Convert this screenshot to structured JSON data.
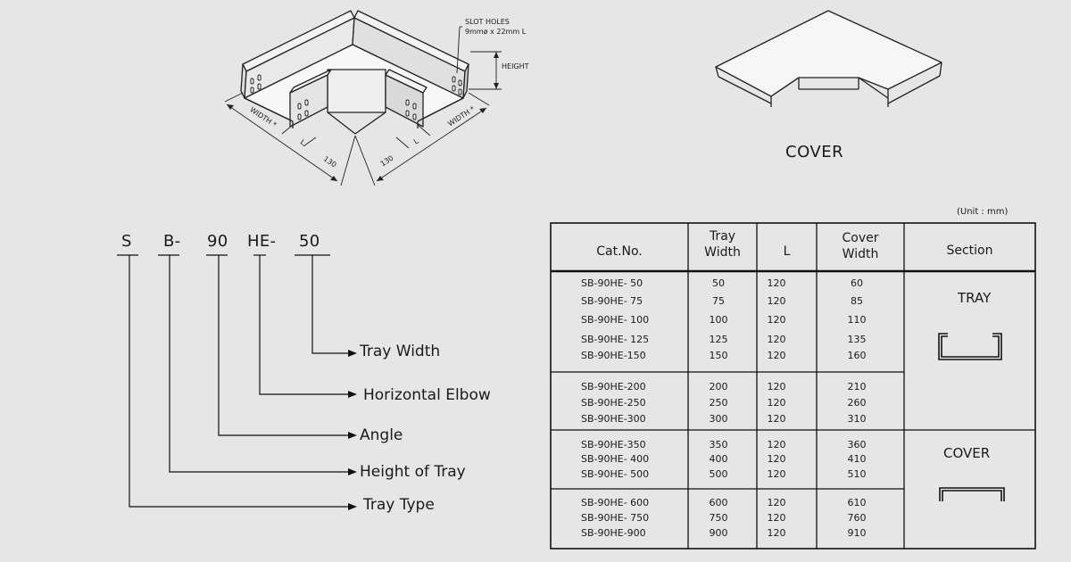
{
  "drawing": {
    "slot_holes": "SLOT HOLES",
    "slot_dims": "9mmø x 22mm L",
    "height": "HEIGHT",
    "width_left": "WIDTH *",
    "width_right": "WIDTH *",
    "l_left": "L",
    "l_right": "L",
    "dim_left": "130",
    "dim_right": "130"
  },
  "cover": {
    "label": "COVER"
  },
  "code": {
    "segments": [
      "S",
      "B-",
      "90",
      "HE-",
      "50"
    ],
    "descriptions": [
      "Tray Width",
      "Horizontal Elbow",
      "Angle",
      "Height of Tray",
      "Tray Type"
    ]
  },
  "table": {
    "unit": "(Unit : mm)",
    "headers": {
      "cat": "Cat.No.",
      "tray_width": [
        "Tray",
        "Width"
      ],
      "l": "L",
      "cover_width": [
        "Cover",
        "Width"
      ],
      "section": "Section"
    },
    "groups": [
      {
        "rows": [
          {
            "cat": "SB-90HE- 50",
            "tw": "50",
            "l": "120",
            "cw": "60"
          },
          {
            "cat": "SB-90HE- 75",
            "tw": "75",
            "l": "120",
            "cw": "85"
          },
          {
            "cat": "SB-90HE- 100",
            "tw": "100",
            "l": "120",
            "cw": "110"
          },
          {
            "cat": "SB-90HE- 125",
            "tw": "125",
            "l": "120",
            "cw": "135"
          },
          {
            "cat": "SB-90HE-150",
            "tw": "150",
            "l": "120",
            "cw": "160"
          }
        ]
      },
      {
        "rows": [
          {
            "cat": "SB-90HE-200",
            "tw": "200",
            "l": "120",
            "cw": "210"
          },
          {
            "cat": "SB-90HE-250",
            "tw": "250",
            "l": "120",
            "cw": "260"
          },
          {
            "cat": "SB-90HE-300",
            "tw": "300",
            "l": "120",
            "cw": "310"
          }
        ]
      },
      {
        "rows": [
          {
            "cat": "SB-90HE-350",
            "tw": "350",
            "l": "120",
            "cw": "360"
          },
          {
            "cat": "SB-90HE- 400",
            "tw": "400",
            "l": "120",
            "cw": "410"
          },
          {
            "cat": "SB-90HE- 500",
            "tw": "500",
            "l": "120",
            "cw": "510"
          }
        ]
      },
      {
        "rows": [
          {
            "cat": "SB-90HE- 600",
            "tw": "600",
            "l": "120",
            "cw": "610"
          },
          {
            "cat": "SB-90HE- 750",
            "tw": "750",
            "l": "120",
            "cw": "760"
          },
          {
            "cat": "SB-90HE-900",
            "tw": "900",
            "l": "120",
            "cw": "910"
          }
        ]
      }
    ],
    "sections": [
      "TRAY",
      "COVER"
    ]
  }
}
